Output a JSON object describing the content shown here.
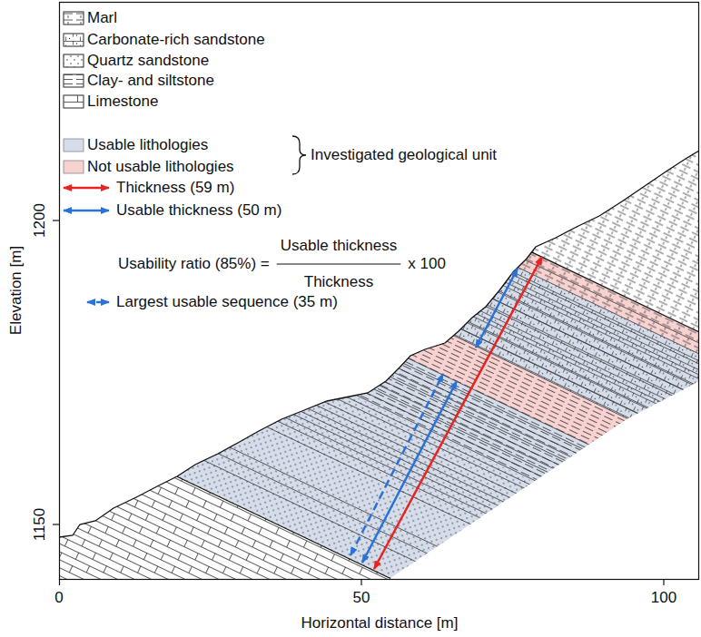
{
  "diagram": {
    "labels": [
      "Investigated geological unit",
      "Usability ratio (85%) =",
      "Usable thickness",
      "Thickness",
      "x 100",
      "1200",
      "1150",
      "0",
      "50",
      "100",
      "Elevation [m]",
      "Horizontal distance [m]"
    ],
    "legend": [
      {
        "text": "Marl"
      },
      {
        "text": "Carbonate-rich sandstone"
      },
      {
        "text": "Quartz sandstone"
      },
      {
        "text": "Clay- and siltstone"
      },
      {
        "text": "Limestone"
      },
      {
        "text": "Usable lithologies",
        "color": "#d5dcea"
      },
      {
        "text": "Not usable lithologies",
        "color": "#f8d1d1"
      },
      {
        "text": "Thickness (59 m)"
      },
      {
        "text": "Usable thickness (50 m)"
      },
      {
        "text": "Largest usable sequence (35 m)"
      }
    ]
  }
}
